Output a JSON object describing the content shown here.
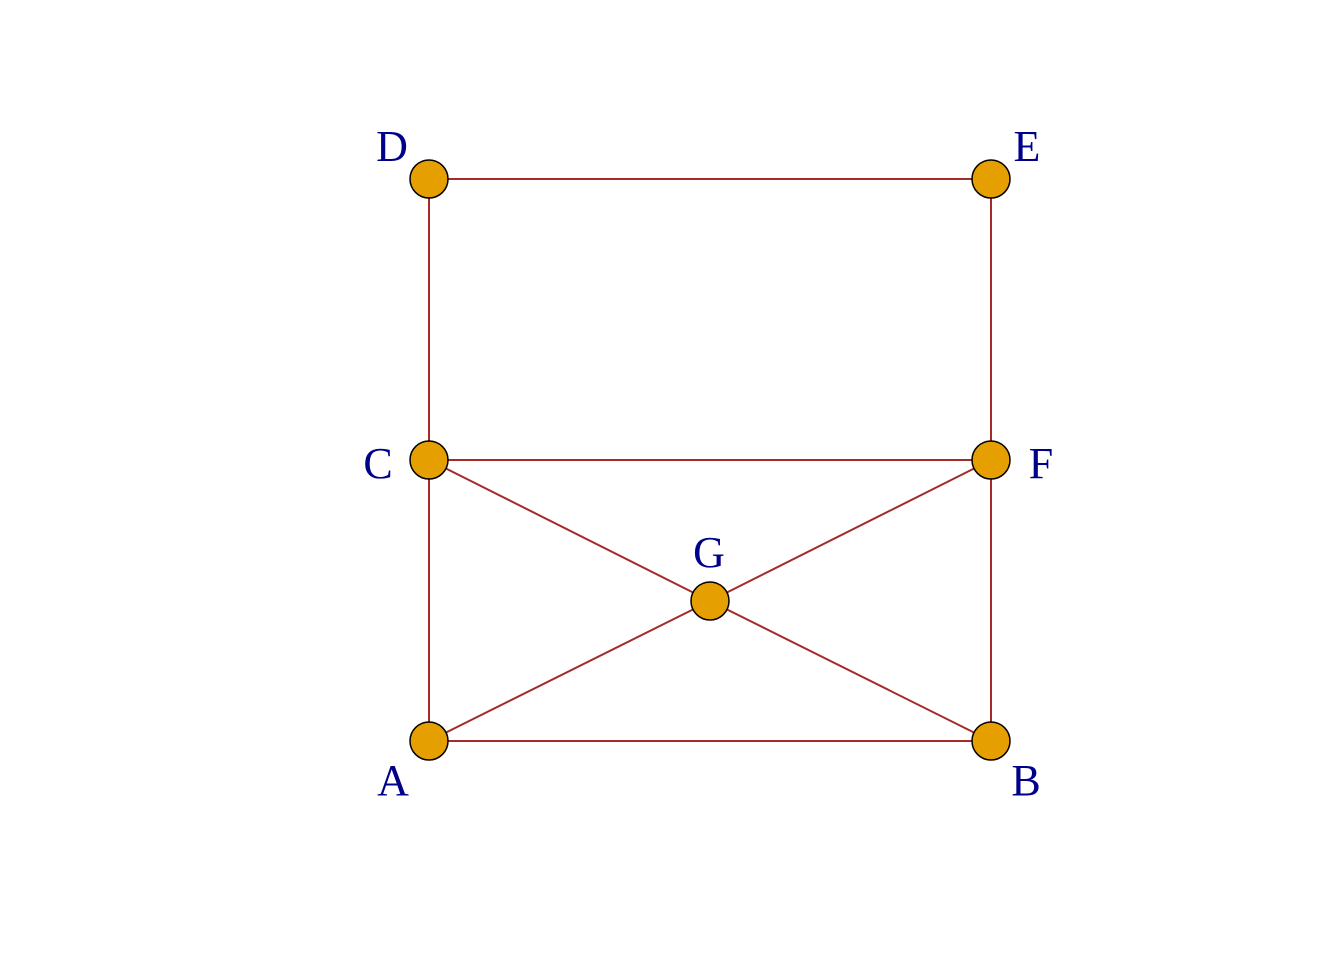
{
  "graph": {
    "colors": {
      "background": "#ffffff",
      "edge": "#a52a2a",
      "node_fill": "#e69f00",
      "node_stroke": "#000000",
      "label": "#00008b"
    },
    "nodes": [
      {
        "id": "A",
        "label": "A"
      },
      {
        "id": "B",
        "label": "B"
      },
      {
        "id": "C",
        "label": "C"
      },
      {
        "id": "D",
        "label": "D"
      },
      {
        "id": "E",
        "label": "E"
      },
      {
        "id": "F",
        "label": "F"
      },
      {
        "id": "G",
        "label": "G"
      }
    ],
    "edges": [
      {
        "from": "D",
        "to": "E"
      },
      {
        "from": "D",
        "to": "C"
      },
      {
        "from": "E",
        "to": "F"
      },
      {
        "from": "C",
        "to": "F"
      },
      {
        "from": "C",
        "to": "A"
      },
      {
        "from": "F",
        "to": "B"
      },
      {
        "from": "A",
        "to": "B"
      },
      {
        "from": "C",
        "to": "G"
      },
      {
        "from": "G",
        "to": "B"
      },
      {
        "from": "A",
        "to": "G"
      },
      {
        "from": "G",
        "to": "F"
      }
    ]
  }
}
